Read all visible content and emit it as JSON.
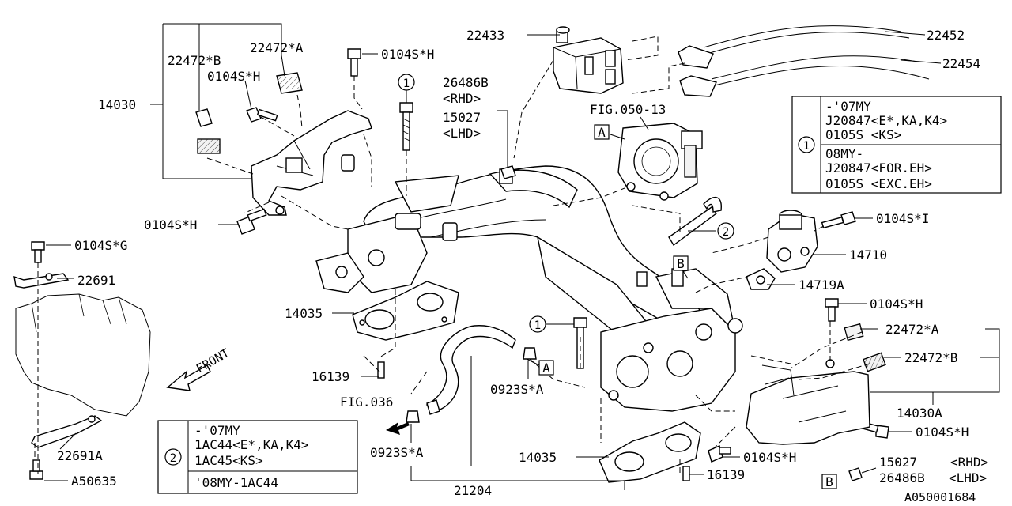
{
  "diagram_id": "A050001684",
  "callouts": {
    "p22433": "22433",
    "p22452": "22452",
    "p22454": "22454",
    "p22472A_top": "22472*A",
    "p22472B_top": "22472*B",
    "p0104SH_top": "0104S*H",
    "p0104SH_top2": "0104S*H",
    "p14030": "14030",
    "p26486B": "26486B",
    "rhd": "<RHD>",
    "p15027": "15027",
    "lhd": "<LHD>",
    "fig050": "FIG.050-13",
    "p0104SH_left": "0104S*H",
    "p0104SG": "0104S*G",
    "p22691": "22691",
    "p14035_left": "14035",
    "p16139_left": "16139",
    "fig036": "FIG.036",
    "p0923SA_right": "0923S*A",
    "p0923SA_left": "0923S*A",
    "p21204": "21204",
    "p22691A": "22691A",
    "pA50635": "A50635",
    "p0104SI": "0104S*I",
    "p14710": "14710",
    "p14719A": "14719A",
    "p0104SH_right": "0104S*H",
    "p22472A_right": "22472*A",
    "p22472B_right": "22472*B",
    "p14030A": "14030A",
    "p0104SH_right2": "0104S*H",
    "p0104SH_bottom": "0104S*H",
    "p14035_bottom": "14035",
    "p16139_bottom": "16139",
    "p15027_bottom": "15027",
    "rhd_bottom": "<RHD>",
    "p26486B_bottom": "26486B",
    "lhd_bottom": "<LHD>",
    "front": "FRONT"
  },
  "markers": {
    "a": "A",
    "b": "B",
    "one": "1",
    "two": "2"
  },
  "table1": {
    "number": "1",
    "rows": [
      "-'07MY",
      "J20847<E*,KA,K4>",
      "0105S  <KS>",
      "08MY-",
      "J20847<FOR.EH>",
      "0105S  <EXC.EH>"
    ]
  },
  "table2": {
    "number": "2",
    "rows": [
      "-'07MY",
      "1AC44<E*,KA,K4>",
      "1AC45<KS>",
      "'08MY-1AC44"
    ]
  }
}
